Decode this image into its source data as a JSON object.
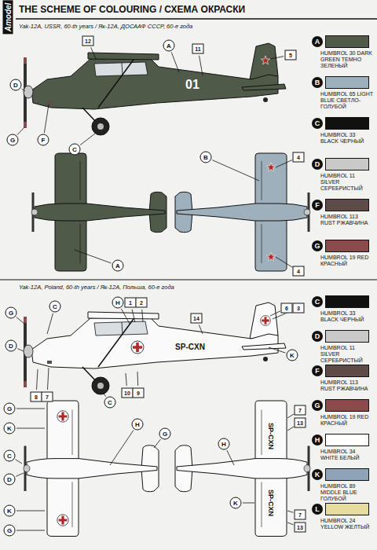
{
  "diagram": {
    "title": "THE SCHEME OF COLOURING / СХЕМА ОКРАСКИ",
    "labels": [
      "Amodel",
      "Yak-12A, USSR, 60-th years / Як-12А, ДОСААФ СССР, 60-е года",
      "12",
      "A",
      "11",
      "5",
      "D",
      "G",
      "F",
      "C",
      "01",
      "B",
      "4",
      "A",
      "4",
      "Yak-12A, Poland, 60-th years / Як-12А, Польша, 60-е года",
      "G",
      "C",
      "D",
      "H",
      "1",
      "2",
      "6",
      "3",
      "14",
      "SP-CXN",
      "K",
      "8",
      "7",
      "C",
      "10",
      "9",
      "G",
      "K",
      "C",
      "D",
      "H",
      "G",
      "K",
      "G",
      "7",
      "13",
      "SP-CXN",
      "H",
      "K",
      "SP-CXN",
      "7",
      "13",
      "A",
      "B",
      "C",
      "D",
      "F",
      "G",
      "C",
      "D",
      "F",
      "G",
      "H",
      "K",
      "L"
    ],
    "legend": [
      {
        "text": "HUMBROL 30 DARK GREEN ТЕМНО ЗЕЛЕНЫЙ",
        "color": "#4f5b48"
      },
      {
        "text": "HUMBROL 65 LIGHT BLUE СВЕТЛО-ГОЛУБОЙ",
        "color": "#9fb0bd"
      },
      {
        "text": "HUMBROL 33 BLACK ЧЕРНЫЙ",
        "color": "#111111"
      },
      {
        "text": "HUMBROL 11 SILVER СЕРЕБРИСТЫЙ",
        "color": "#c9c9c9"
      },
      {
        "text": "HUMBROL 113 RUST РЖАВЧИНА",
        "color": "#5e4a46"
      },
      {
        "text": "HUMBROL 19 RED КРАСНЫЙ",
        "color": "#8c4a4a"
      },
      {
        "text": "HUMBROL 33 BLACK ЧЕРНЫЙ",
        "color": "#111111"
      },
      {
        "text": "HUMBROL 11 SILVER СЕРЕБРИСТЫЙ",
        "color": "#c9c9c9"
      },
      {
        "text": "HUMBROL 113 RUST РЖАВЧИНА",
        "color": "#5e4a46"
      },
      {
        "text": "HUMBROL 19 RED КРАСНЫЙ",
        "color": "#8c4a4a"
      },
      {
        "text": "HUMBROL 34 WHITE БЕЛЫЙ",
        "color": "#ffffff"
      },
      {
        "text": "HUMBROL 89 MIDDLE BLUE ГОЛУБОЙ",
        "color": "#8fa3b8"
      },
      {
        "text": "HUMBROL 24 YELLOW ЖЕЛТЫЙ",
        "color": "#e6dca0"
      }
    ]
  }
}
